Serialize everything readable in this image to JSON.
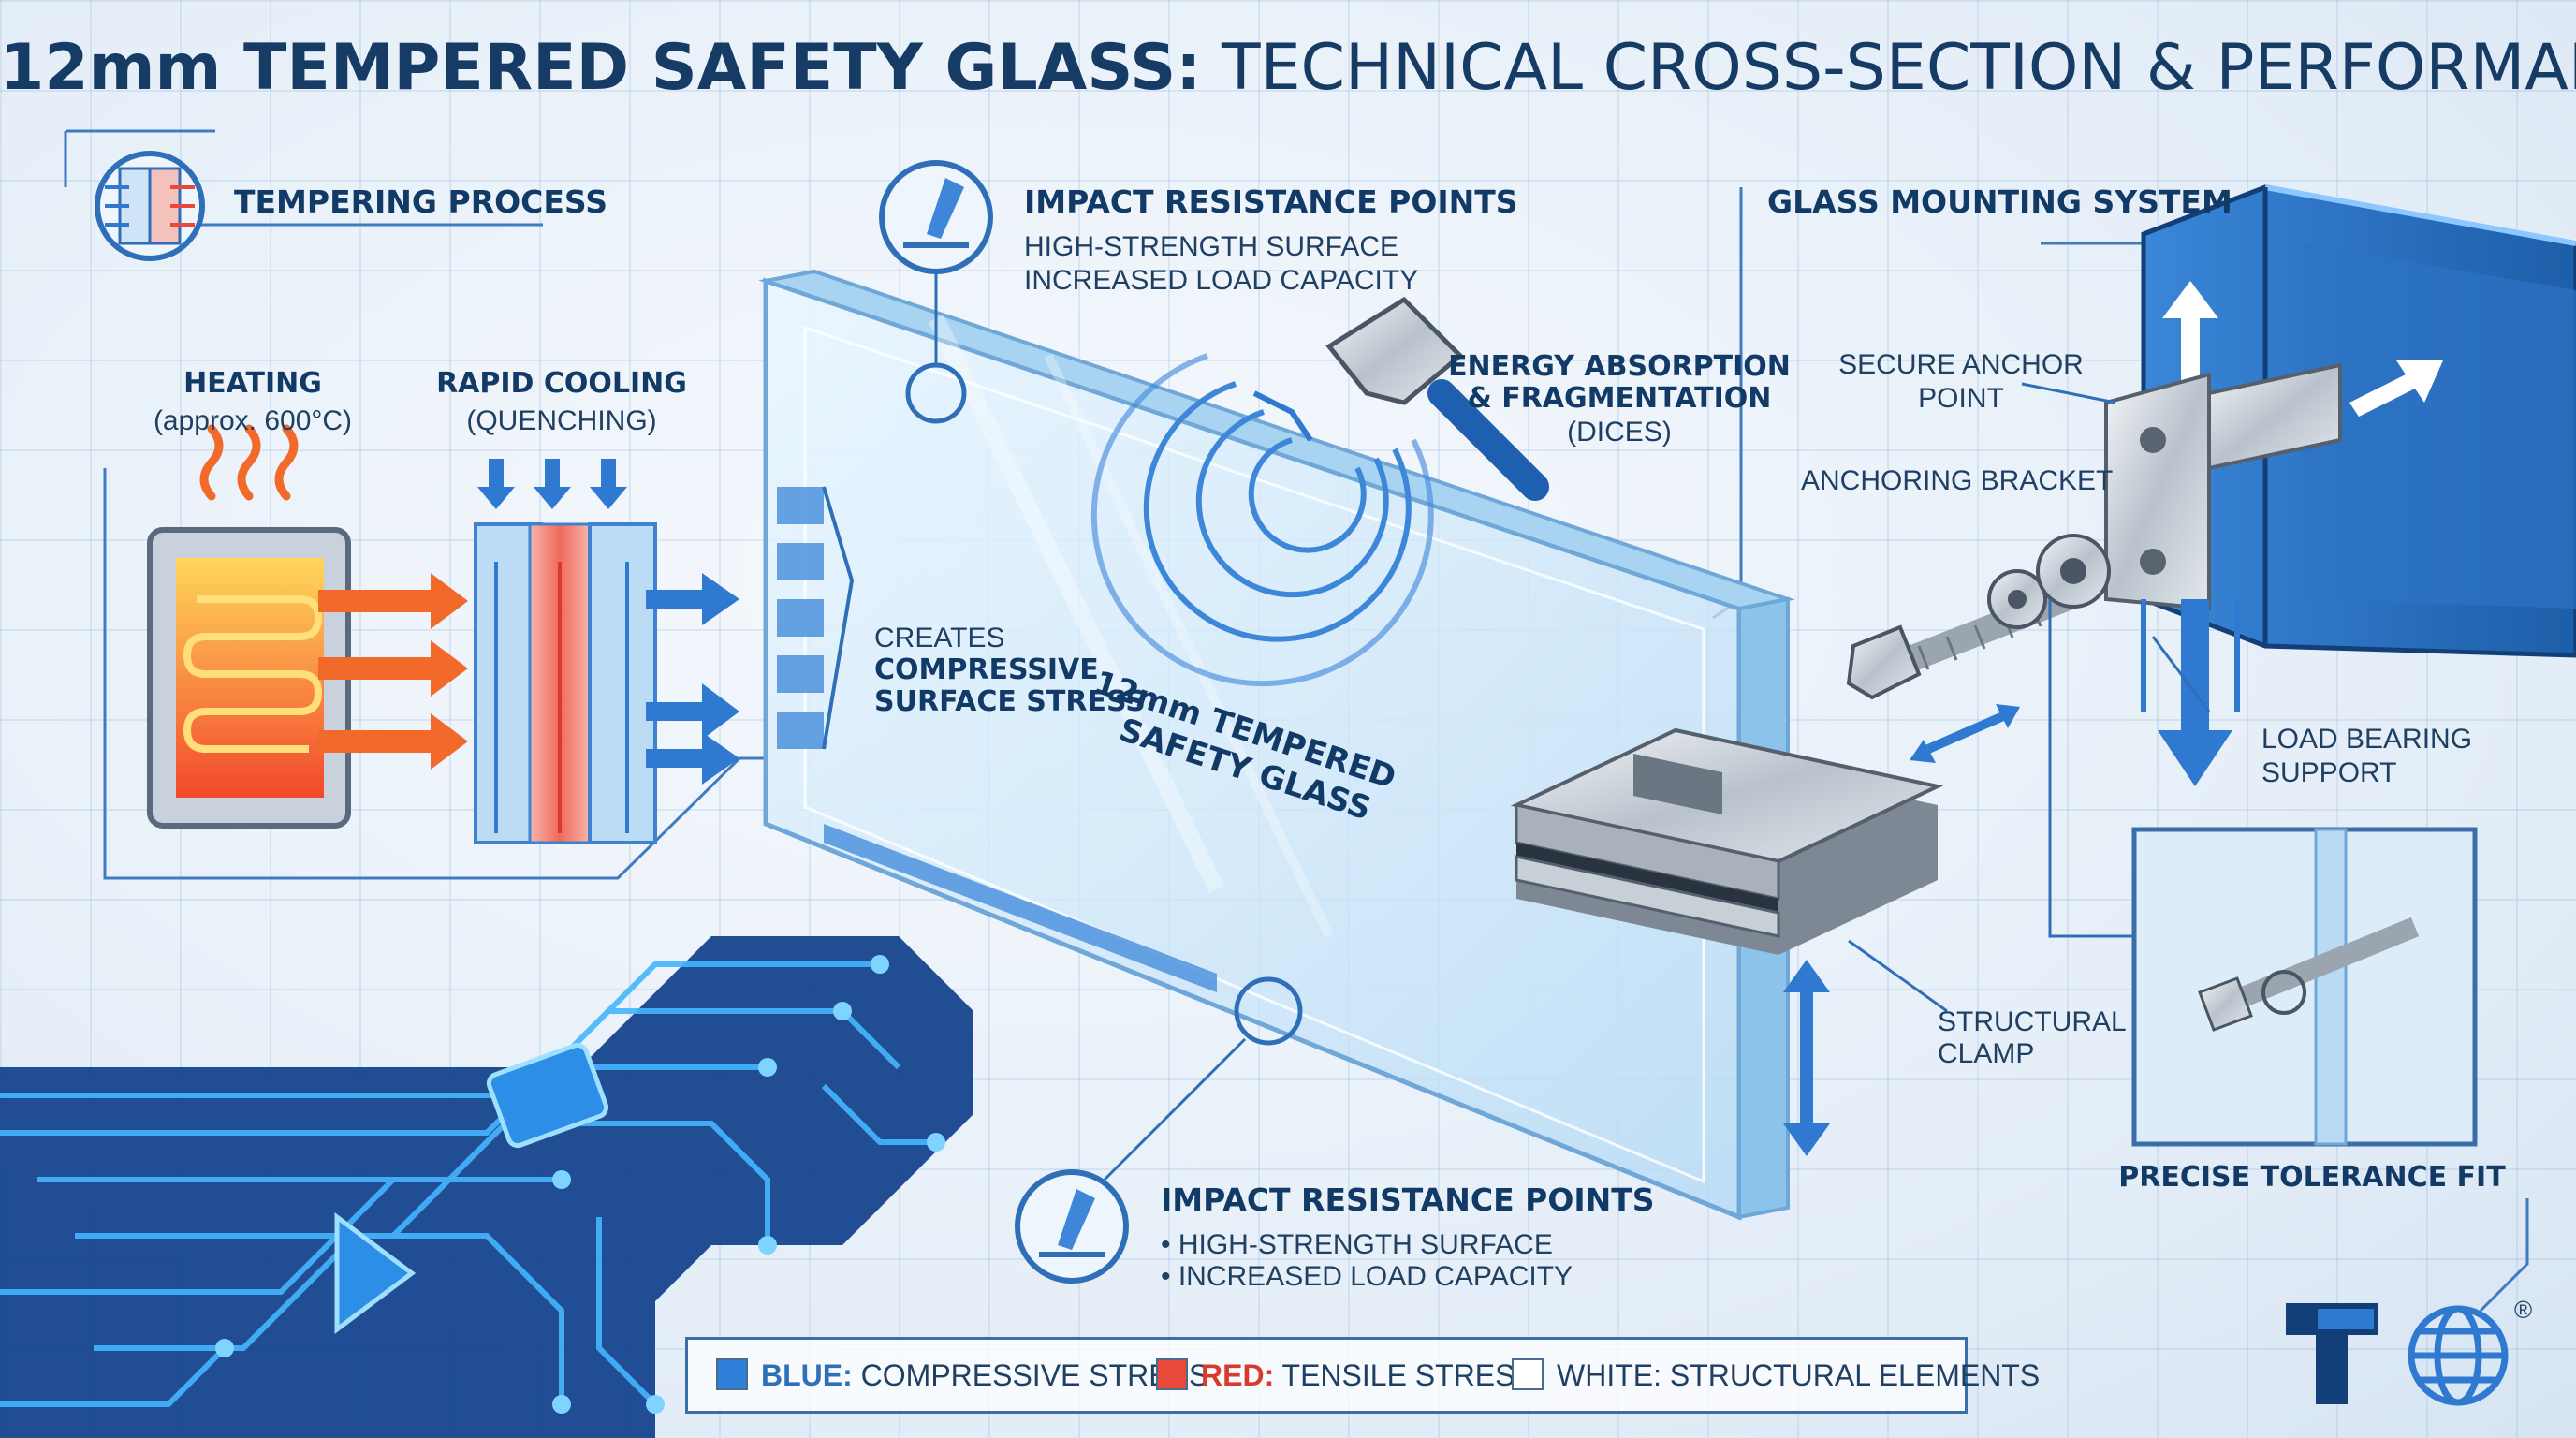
{
  "title": {
    "bold": "12mm TEMPERED SAFETY GLASS:",
    "light": "TECHNICAL CROSS-SECTION & PERFORMANCE CHART"
  },
  "tempering": {
    "heading": "TEMPERING PROCESS",
    "heating_title": "HEATING",
    "heating_sub": "(approx. 600°C)",
    "cooling_title": "RAPID COOLING",
    "cooling_sub": "(QUENCHING)"
  },
  "glass": {
    "label_line1": "12mm TEMPERED",
    "label_line2": "SAFETY GLASS",
    "stress_line1": "CREATES",
    "stress_line2": "COMPRESSIVE",
    "stress_line3": "SURFACE STRESS"
  },
  "impact_top": {
    "heading": "IMPACT RESISTANCE POINTS",
    "line1": "HIGH-STRENGTH SURFACE",
    "line2": "INCREASED LOAD CAPACITY"
  },
  "impact_bottom": {
    "heading": "IMPACT RESISTANCE POINTS",
    "line1": "• HIGH-STRENGTH SURFACE",
    "line2": "• INCREASED LOAD CAPACITY"
  },
  "energy": {
    "line1": "ENERGY ABSORPTION",
    "line2": "& FRAGMENTATION",
    "line3": "(DICES)"
  },
  "mounting": {
    "heading": "GLASS MOUNTING SYSTEM",
    "anchor_line1": "SECURE ANCHOR",
    "anchor_line2": "POINT",
    "bracket": "ANCHORING BRACKET",
    "load_line1": "LOAD BEARING",
    "load_line2": "SUPPORT",
    "clamp_line1": "STRUCTURAL",
    "clamp_line2": "CLAMP",
    "tolerance": "PRECISE TOLERANCE FIT"
  },
  "legend": {
    "blue_key": "BLUE:",
    "blue_text": "COMPRESSIVE STRESS",
    "red_key": "RED:",
    "red_text": "TENSILE STRESS",
    "white_text": "WHITE: STRUCTURAL ELEMENTS"
  },
  "logo": {
    "registered": "®"
  },
  "colors": {
    "compressive": "#2f80d8",
    "tensile": "#e8493b",
    "structural": "#ffffff",
    "ink": "#163c66"
  }
}
